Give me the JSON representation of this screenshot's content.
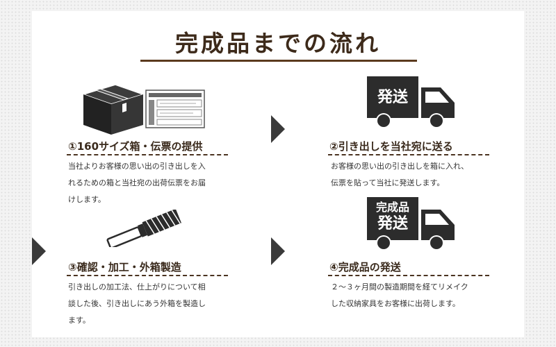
{
  "heading": "完成品までの流れ",
  "steps": [
    {
      "title": "①160サイズ箱・伝票の提供",
      "lines": [
        "当社よりお客様の思い出の引き出しを入",
        "れるための箱と当社宛の出荷伝票をお届",
        "けします。"
      ]
    },
    {
      "title": "②引き出しを当社宛に送る",
      "truck_label": "発送",
      "lines": [
        "お客様の思い出の引き出しを箱に入れ、",
        "伝票を貼って当社に発送します。"
      ]
    },
    {
      "title": "③確認・加工・外箱製造",
      "lines": [
        "引き出しの加工法、仕上がりについて相",
        "談した後、引き出しにあう外箱を製造し",
        "ます。"
      ]
    },
    {
      "title": "④完成品の発送",
      "truck_label_top": "完成品",
      "truck_label_bottom": "発送",
      "lines": [
        "２～３ヶ月間の製造期間を経てリメイク",
        "した収納家具をお客様に出荷します。"
      ]
    }
  ]
}
